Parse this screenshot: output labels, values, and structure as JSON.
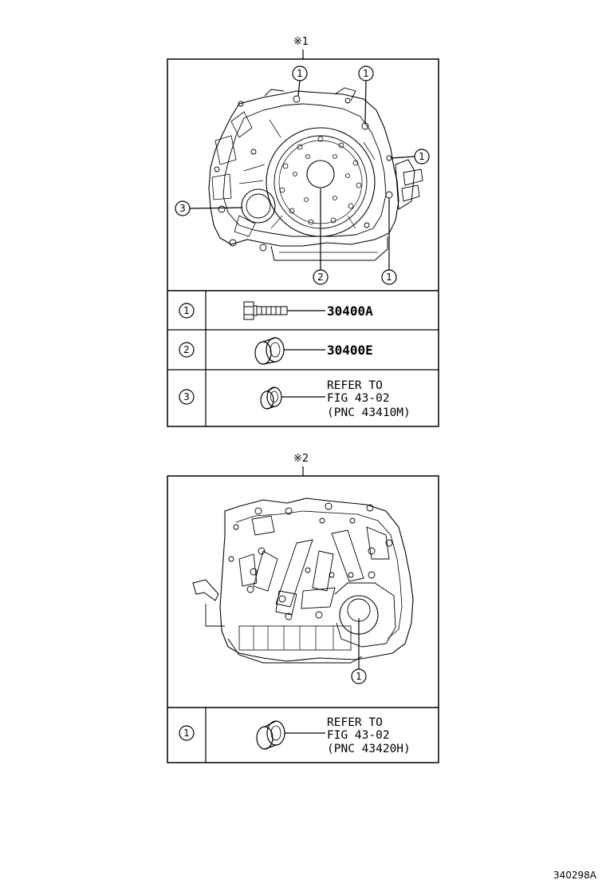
{
  "diagram": {
    "top": {
      "marker": "※1",
      "callouts": {
        "c1a": "1",
        "c1b": "1",
        "c1c": "1",
        "c1d": "1",
        "c2": "2",
        "c3": "3"
      },
      "legend": [
        {
          "index": "1",
          "ref_lines": [
            "30400A"
          ]
        },
        {
          "index": "2",
          "ref_lines": [
            "30400E"
          ]
        },
        {
          "index": "3",
          "ref_lines": [
            "REFER TO",
            "FIG 43-02",
            "(PNC 43410M)"
          ]
        }
      ]
    },
    "bottom": {
      "marker": "※2",
      "callouts": {
        "c1": "1"
      },
      "legend": [
        {
          "index": "1",
          "ref_lines": [
            "REFER TO",
            "FIG 43-02",
            "(PNC 43420H)"
          ]
        }
      ]
    },
    "figure_code": "340298A"
  },
  "colors": {
    "line": "#000000",
    "background": "#ffffff"
  }
}
